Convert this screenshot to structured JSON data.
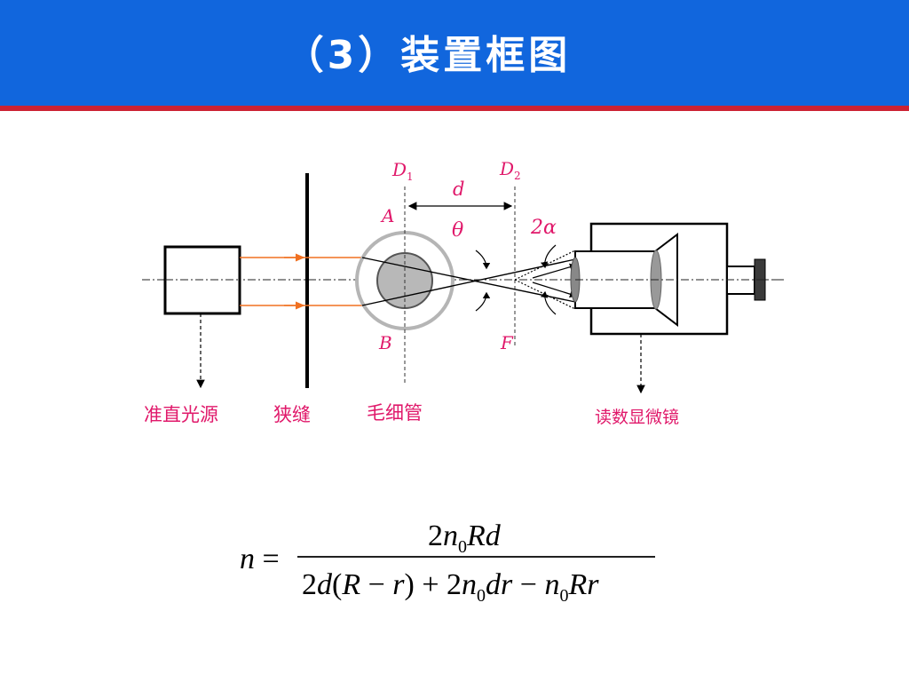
{
  "slide": {
    "title": "（3）装置框图"
  },
  "diagram": {
    "labels": {
      "d1": "D",
      "d1_sub": "1",
      "d2": "D",
      "d2_sub": "2",
      "d": "d",
      "a": "A",
      "theta": "θ",
      "two_alpha": "2α",
      "b": "B",
      "f": "F"
    },
    "components": {
      "source": "准直光源",
      "slit": "狭缝",
      "capillary": "毛细管",
      "microscope": "读数显微镜"
    },
    "colors": {
      "header": "#1166dd",
      "header_line": "#cc2233",
      "label": "#e0186a",
      "beam": "#f07020"
    }
  },
  "formula": {
    "lhs": "n =",
    "numerator": "2n0Rd",
    "denominator": "2d(R − r) + 2n0dr − n0Rr"
  }
}
